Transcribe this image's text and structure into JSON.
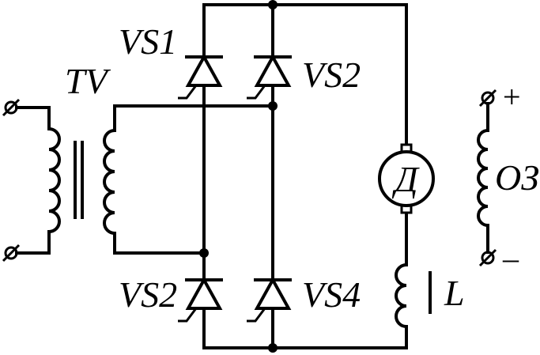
{
  "labels": {
    "transformer": "TV",
    "thyristor_top_left": "VS1",
    "thyristor_top_right": "VS2",
    "thyristor_bottom_left": "VS2",
    "thyristor_bottom_right": "VS4",
    "motor": "Д",
    "field_winding": "ОЗ",
    "inductor": "L",
    "plus": "+",
    "minus": "–"
  }
}
